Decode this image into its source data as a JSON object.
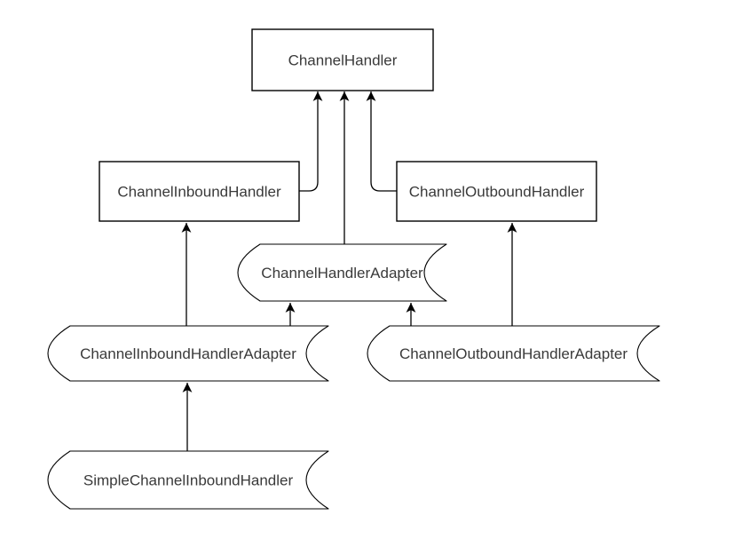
{
  "diagram": {
    "colors": {
      "background": "#ffffff",
      "shape_fill": "#ffffff",
      "shape_stroke": "#000000",
      "edge_stroke": "#000000",
      "text": "#3a3a3a"
    },
    "nodes": [
      {
        "id": "channel-handler",
        "label": "ChannelHandler",
        "shape": "rect"
      },
      {
        "id": "channel-inbound-handler",
        "label": "ChannelInboundHandler",
        "shape": "rect"
      },
      {
        "id": "channel-outbound-handler",
        "label": "ChannelOutboundHandler",
        "shape": "rect"
      },
      {
        "id": "channel-handler-adapter",
        "label": "ChannelHandlerAdapter",
        "shape": "stored-data"
      },
      {
        "id": "channel-inbound-handler-adapter",
        "label": "ChannelInboundHandlerAdapter",
        "shape": "stored-data"
      },
      {
        "id": "channel-outbound-handler-adapter",
        "label": "ChannelOutboundHandlerAdapter",
        "shape": "stored-data"
      },
      {
        "id": "simple-channel-inbound-handler",
        "label": "SimpleChannelInboundHandler",
        "shape": "stored-data"
      }
    ],
    "edges": [
      {
        "from": "channel-inbound-handler",
        "to": "channel-handler"
      },
      {
        "from": "channel-handler-adapter",
        "to": "channel-handler"
      },
      {
        "from": "channel-outbound-handler",
        "to": "channel-handler"
      },
      {
        "from": "channel-inbound-handler-adapter",
        "to": "channel-inbound-handler"
      },
      {
        "from": "channel-inbound-handler-adapter",
        "to": "channel-handler-adapter"
      },
      {
        "from": "channel-outbound-handler-adapter",
        "to": "channel-handler-adapter"
      },
      {
        "from": "channel-outbound-handler-adapter",
        "to": "channel-outbound-handler"
      },
      {
        "from": "simple-channel-inbound-handler",
        "to": "channel-inbound-handler-adapter"
      }
    ]
  }
}
